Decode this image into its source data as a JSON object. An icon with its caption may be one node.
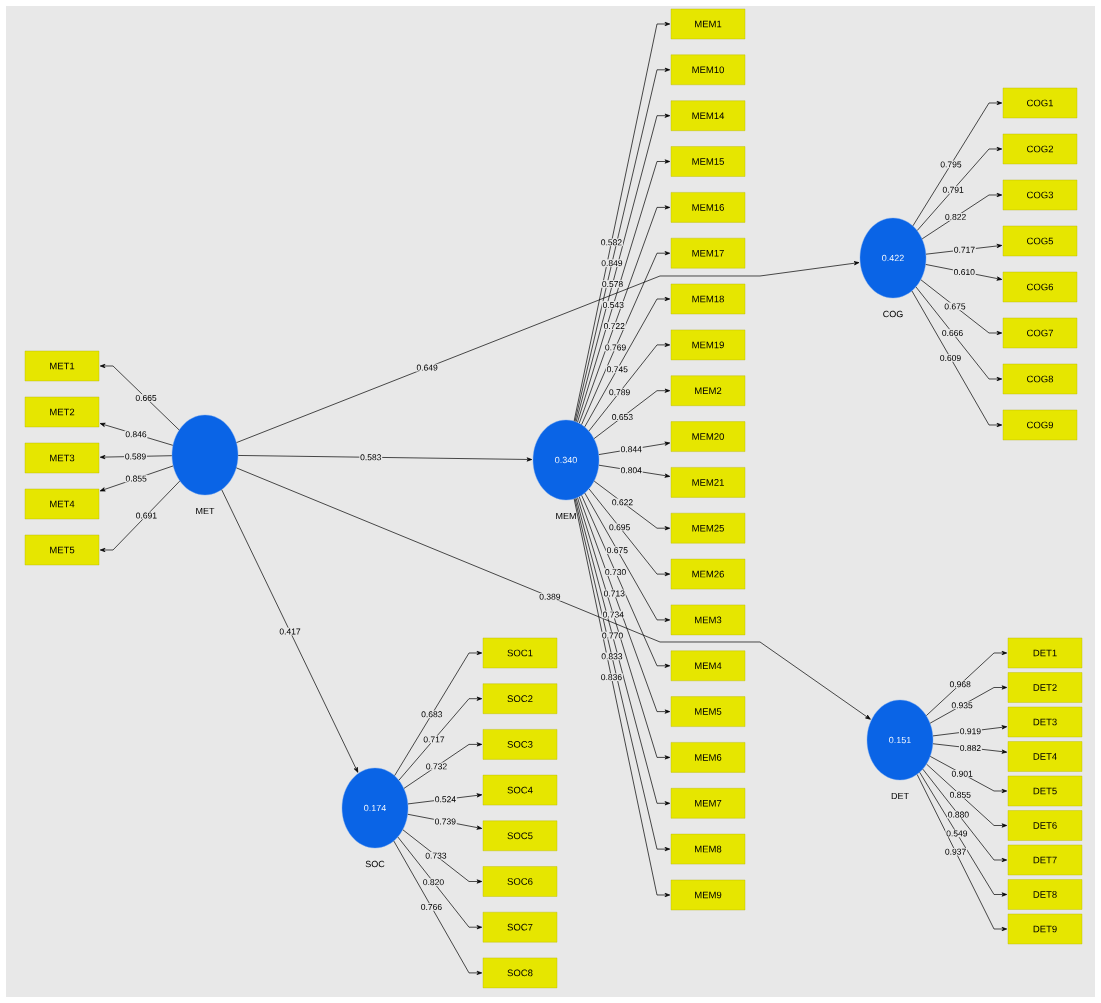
{
  "diagram": {
    "nodes": [
      {
        "text": [],
        "shape": "circle",
        "beside": [
          "MET"
        ]
      },
      {
        "text": [
          "MET1"
        ]
      },
      {
        "text": [
          "MET2"
        ]
      },
      {
        "text": [
          "MET3"
        ]
      },
      {
        "text": [
          "MET4"
        ]
      },
      {
        "text": [
          "MET5"
        ]
      },
      {
        "text": [
          "0.340"
        ],
        "beside": [
          "MEM"
        ]
      },
      {
        "text": [
          "MEM1"
        ]
      },
      {
        "text": [
          "MEM10"
        ]
      },
      {
        "text": [
          "MEM14"
        ]
      },
      {
        "text": [
          "MEM15"
        ]
      },
      {
        "text": [
          "MEM16"
        ]
      },
      {
        "text": [
          "MEM17"
        ]
      },
      {
        "text": [
          "MEM18"
        ]
      },
      {
        "text": [
          "MEM19"
        ]
      },
      {
        "text": [
          "MEM2"
        ]
      },
      {
        "text": [
          "MEM20"
        ]
      },
      {
        "text": [
          "MEM21"
        ]
      },
      {
        "text": [
          "MEM25"
        ]
      },
      {
        "text": [
          "MEM26"
        ]
      },
      {
        "text": [
          "MEM3"
        ]
      },
      {
        "text": [
          "MEM4"
        ]
      },
      {
        "text": [
          "MEM5"
        ]
      },
      {
        "text": [
          "MEM6"
        ]
      },
      {
        "text": [
          "MEM7"
        ]
      },
      {
        "text": [
          "MEM8"
        ]
      },
      {
        "text": [
          "MEM9"
        ]
      },
      {
        "text": [
          "0.422"
        ],
        "beside": [
          "COG"
        ]
      },
      {
        "text": [
          "COG1"
        ]
      },
      {
        "text": [
          "COG2"
        ]
      },
      {
        "text": [
          "COG3"
        ]
      },
      {
        "text": [
          "COG5"
        ]
      },
      {
        "text": [
          "COG6"
        ]
      },
      {
        "text": [
          "COG7"
        ]
      },
      {
        "text": [
          "COG8"
        ]
      },
      {
        "text": [
          "COG9"
        ]
      },
      {
        "text": [
          "0.174"
        ],
        "beside": [
          "SOC"
        ]
      },
      {
        "text": [
          "SOC1"
        ]
      },
      {
        "text": [
          "SOC2"
        ]
      },
      {
        "text": [
          "SOC3"
        ]
      },
      {
        "text": [
          "SOC4"
        ]
      },
      {
        "text": [
          "SOC5"
        ]
      },
      {
        "text": [
          "SOC6"
        ]
      },
      {
        "text": [
          "SOC7"
        ]
      },
      {
        "text": [
          "SOC8"
        ]
      },
      {
        "text": [
          "0.151"
        ],
        "beside": [
          "DET"
        ]
      },
      {
        "text": [
          "DET1"
        ]
      },
      {
        "text": [
          "DET2"
        ]
      },
      {
        "text": [
          "DET3"
        ]
      },
      {
        "text": [
          "DET4"
        ]
      },
      {
        "text": [
          "DET5"
        ]
      },
      {
        "text": [
          "DET6"
        ]
      },
      {
        "text": [
          "DET7"
        ]
      },
      {
        "text": [
          "DET8"
        ]
      },
      {
        "text": [
          "DET9"
        ]
      }
    ],
    "edges": [
      {
        "from": 0,
        "to": 6,
        "arrow": "to",
        "label": "0.583"
      },
      {
        "from": 0,
        "to": 27,
        "arrow": "to",
        "label": "0.649"
      },
      {
        "from": 0,
        "to": 45,
        "arrow": "to",
        "label": "0.389"
      },
      {
        "from": 0,
        "to": 36,
        "arrow": "to",
        "label": "0.417"
      },
      {
        "from": 0,
        "to": 1,
        "arrow": "to",
        "label": "0.665"
      },
      {
        "from": 0,
        "to": 2,
        "arrow": "to",
        "label": "0.846"
      },
      {
        "from": 0,
        "to": 3,
        "arrow": "to",
        "label": "0.589"
      },
      {
        "from": 0,
        "to": 4,
        "arrow": "to",
        "label": "0.855"
      },
      {
        "from": 0,
        "to": 5,
        "arrow": "to",
        "label": "0.691"
      },
      {
        "from": 6,
        "to": 7,
        "arrow": "to",
        "label": "0.582"
      },
      {
        "from": 6,
        "to": 8,
        "arrow": "to",
        "label": "0.849"
      },
      {
        "from": 6,
        "to": 9,
        "arrow": "to",
        "label": "0.578"
      },
      {
        "from": 6,
        "to": 10,
        "arrow": "to",
        "label": "0.543"
      },
      {
        "from": 6,
        "to": 11,
        "arrow": "to",
        "label": "0.722"
      },
      {
        "from": 6,
        "to": 12,
        "arrow": "to",
        "label": "0.769"
      },
      {
        "from": 6,
        "to": 13,
        "arrow": "to",
        "label": "0.745"
      },
      {
        "from": 6,
        "to": 14,
        "arrow": "to",
        "label": "0.789"
      },
      {
        "from": 6,
        "to": 15,
        "arrow": "to",
        "label": "0.653"
      },
      {
        "from": 6,
        "to": 16,
        "arrow": "to",
        "label": "0.844"
      },
      {
        "from": 6,
        "to": 17,
        "arrow": "to",
        "label": "0.804"
      },
      {
        "from": 6,
        "to": 18,
        "arrow": "to",
        "label": "0.622"
      },
      {
        "from": 6,
        "to": 19,
        "arrow": "to",
        "label": "0.695"
      },
      {
        "from": 6,
        "to": 20,
        "arrow": "to",
        "label": "0.675"
      },
      {
        "from": 6,
        "to": 21,
        "arrow": "to",
        "label": "0.730"
      },
      {
        "from": 6,
        "to": 22,
        "arrow": "to",
        "label": "0.713"
      },
      {
        "from": 6,
        "to": 23,
        "arrow": "to",
        "label": "0.734"
      },
      {
        "from": 6,
        "to": 24,
        "arrow": "to",
        "label": "0.770"
      },
      {
        "from": 6,
        "to": 25,
        "arrow": "to",
        "label": "0.833"
      },
      {
        "from": 6,
        "to": 26,
        "arrow": "to",
        "label": "0.836"
      },
      {
        "from": 27,
        "to": 28,
        "arrow": "to",
        "label": "0.795"
      },
      {
        "from": 27,
        "to": 29,
        "arrow": "to",
        "label": "0.791"
      },
      {
        "from": 27,
        "to": 30,
        "arrow": "to",
        "label": "0.822"
      },
      {
        "from": 27,
        "to": 31,
        "arrow": "to",
        "label": "0.717"
      },
      {
        "from": 27,
        "to": 32,
        "arrow": "to",
        "label": "0.610"
      },
      {
        "from": 27,
        "to": 33,
        "arrow": "to",
        "label": "0.675"
      },
      {
        "from": 27,
        "to": 34,
        "arrow": "to",
        "label": "0.666"
      },
      {
        "from": 27,
        "to": 35,
        "arrow": "to",
        "label": "0.609"
      },
      {
        "from": 36,
        "to": 37,
        "arrow": "to",
        "label": "0.683"
      },
      {
        "from": 36,
        "to": 38,
        "arrow": "to",
        "label": "0.717"
      },
      {
        "from": 36,
        "to": 39,
        "arrow": "to",
        "label": "0.732"
      },
      {
        "from": 36,
        "to": 40,
        "arrow": "to",
        "label": "0.524"
      },
      {
        "from": 36,
        "to": 41,
        "arrow": "to",
        "label": "0.739"
      },
      {
        "from": 36,
        "to": 42,
        "arrow": "to",
        "label": "0.733"
      },
      {
        "from": 36,
        "to": 43,
        "arrow": "to",
        "label": "0.820"
      },
      {
        "from": 36,
        "to": 44,
        "arrow": "to",
        "label": "0.766"
      },
      {
        "from": 45,
        "to": 46,
        "arrow": "to",
        "label": "0.968"
      },
      {
        "from": 45,
        "to": 47,
        "arrow": "to",
        "label": "0.935"
      },
      {
        "from": 45,
        "to": 48,
        "arrow": "to",
        "label": "0.919"
      },
      {
        "from": 45,
        "to": 49,
        "arrow": "to",
        "label": "0.882"
      },
      {
        "from": 45,
        "to": 50,
        "arrow": "to",
        "label": "0.901"
      },
      {
        "from": 45,
        "to": 51,
        "arrow": "to",
        "label": "0.855"
      },
      {
        "from": 45,
        "to": 52,
        "arrow": "to",
        "label": "0.880"
      },
      {
        "from": 45,
        "to": 53,
        "arrow": "to",
        "label": "0.549"
      },
      {
        "from": 45,
        "to": 54,
        "arrow": "to",
        "label": "0.937"
      }
    ]
  }
}
